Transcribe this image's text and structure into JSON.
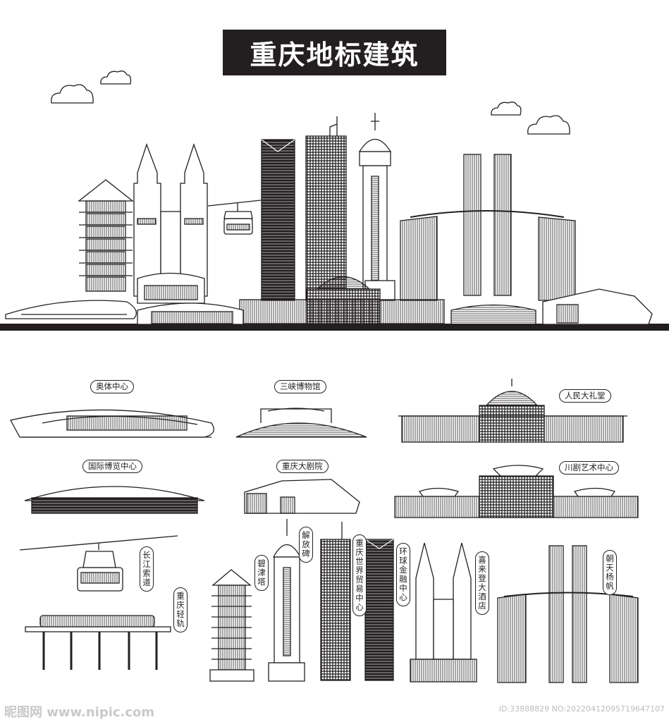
{
  "title": "重庆地标建筑",
  "labels": {
    "aoti": "奥体中心",
    "sanxia": "三峡博物馆",
    "renmin": "人民大礼堂",
    "guoji": "国际博览中心",
    "dajuyuan": "重庆大剧院",
    "chuanju": "川剧艺术中心",
    "suodao": "长江索道",
    "qinggui": "重庆轻轨",
    "bijinta": "碧津塔",
    "jiefangbei": "解放碑",
    "shimao": "重庆世界贸易中心",
    "huanqiu": "环球金融中心",
    "xilaideng": "喜来登大酒店",
    "chaotian": "朝天杨帆"
  },
  "watermark": {
    "site": "昵图网 www.nipic.com",
    "id": "ID:33888829 NO:20220412095719647107"
  },
  "colors": {
    "ink": "#231f20",
    "bg": "#ffffff"
  }
}
